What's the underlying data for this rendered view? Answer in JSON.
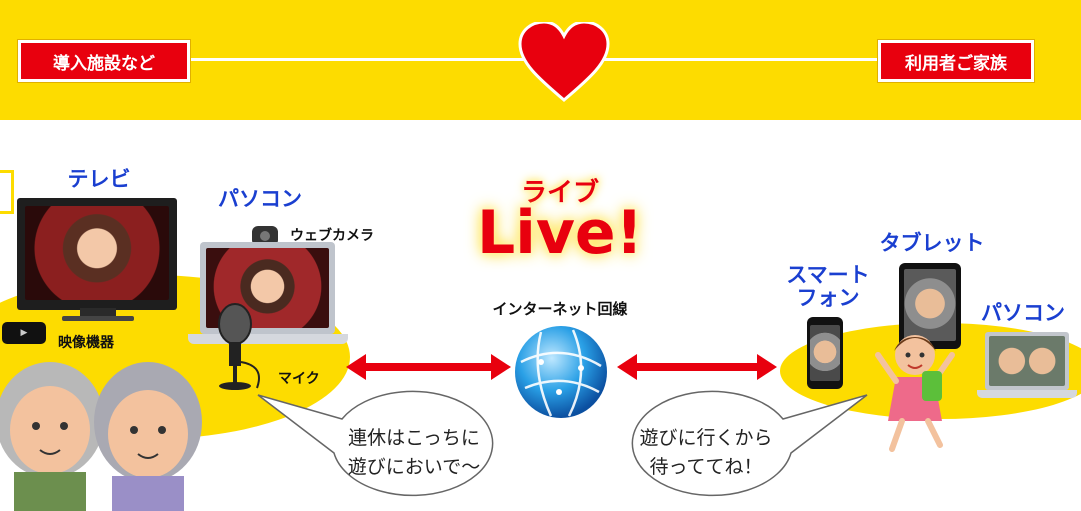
{
  "banner": {
    "left_tag": "導入施設など",
    "right_tag": "利用者ご家族",
    "heart_icon": "heart-icon",
    "colors": {
      "banner": "#fddc00",
      "tag": "#e8000e",
      "heart": "#e8000e"
    }
  },
  "center": {
    "live_ruby": "ライブ",
    "live_title": "Live!",
    "internet_label": "インターネット回線",
    "globe_icon": "globe-icon",
    "arrow_color": "#e8000e"
  },
  "facility": {
    "tv_label": "テレビ",
    "pc_label": "パソコン",
    "webcam_label": "ウェブカメラ",
    "media_device_label": "映像機器",
    "mic_label": "マイク",
    "bubble_text_line1": "連休はこっちに",
    "bubble_text_line2": "遊びにおいで～"
  },
  "family": {
    "tablet_label": "タブレット",
    "smartphone_label_line1": "スマート",
    "smartphone_label_line2": "フォン",
    "pc_label": "パソコン",
    "bubble_text_line1": "遊びに行くから",
    "bubble_text_line2": "待っててね！"
  }
}
